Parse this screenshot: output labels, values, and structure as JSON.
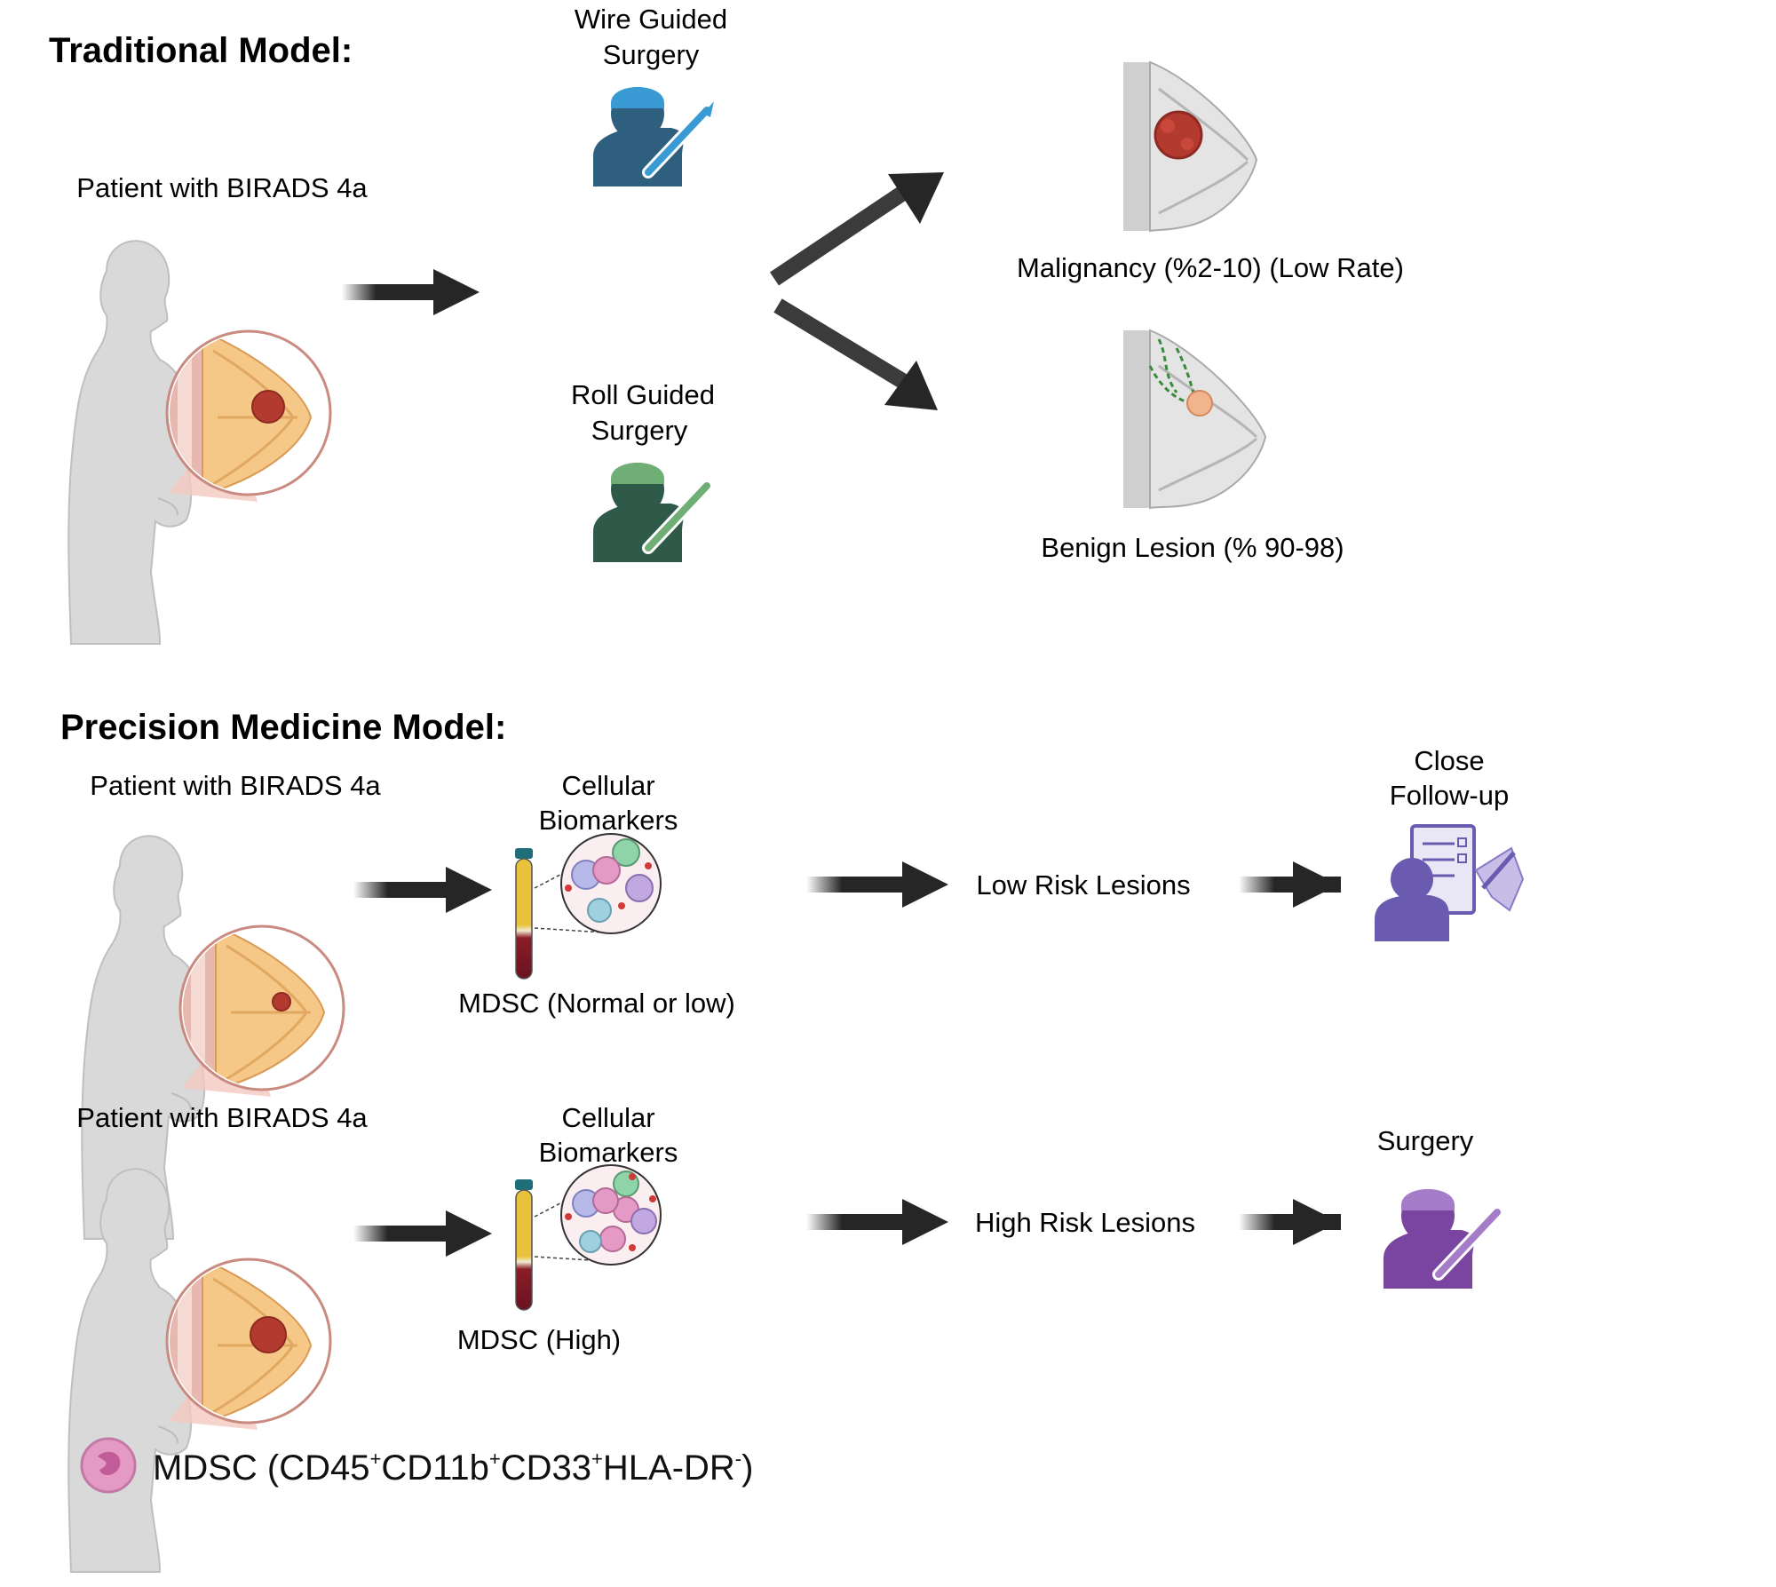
{
  "colors": {
    "arrow": "#262626",
    "tumor": "#b33a2e",
    "wire_surgeon": "#2f5f7f",
    "wire_cap": "#3a9ad4",
    "roll_surgeon": "#2f5a4a",
    "roll_cap": "#6fae74",
    "follow_up": "#6a5bb0",
    "surgeon_high": "#7a45a0",
    "mdsc_cell": "#e49ac5",
    "blood": "#7a1522",
    "plasma": "#e8c23a"
  },
  "traditional": {
    "heading": "Traditional Model:",
    "patient_label": "Patient with BIRADS 4a",
    "wire_label": [
      "Wire Guided",
      "Surgery"
    ],
    "roll_label": [
      "Roll Guided",
      "Surgery"
    ],
    "malignancy_label": "Malignancy (%2-10) (Low Rate)",
    "benign_label": "Benign Lesion (% 90-98)"
  },
  "precision": {
    "heading": "Precision Medicine  Model:",
    "row1": {
      "patient_label": "Patient with BIRADS 4a",
      "biomarkers_label": [
        "Cellular",
        "Biomarkers"
      ],
      "mdsc_label": "MDSC (Normal or low)",
      "risk_label": "Low Risk Lesions",
      "outcome_label": [
        "Close",
        "Follow-up"
      ]
    },
    "row2": {
      "patient_label": "Patient with BIRADS 4a",
      "biomarkers_label": [
        "Cellular",
        "Biomarkers"
      ],
      "mdsc_label": "MDSC (High)",
      "risk_label": "High Risk Lesions",
      "outcome_label": [
        "Surgery"
      ]
    }
  },
  "legend": {
    "prefix": "MDSC (CD45",
    "sup1": "+",
    "part2": "CD11b",
    "sup2": "+",
    "part3": "CD33",
    "sup3": "+",
    "part4": "HLA-DR",
    "sup4": "-",
    "suffix": ")"
  }
}
